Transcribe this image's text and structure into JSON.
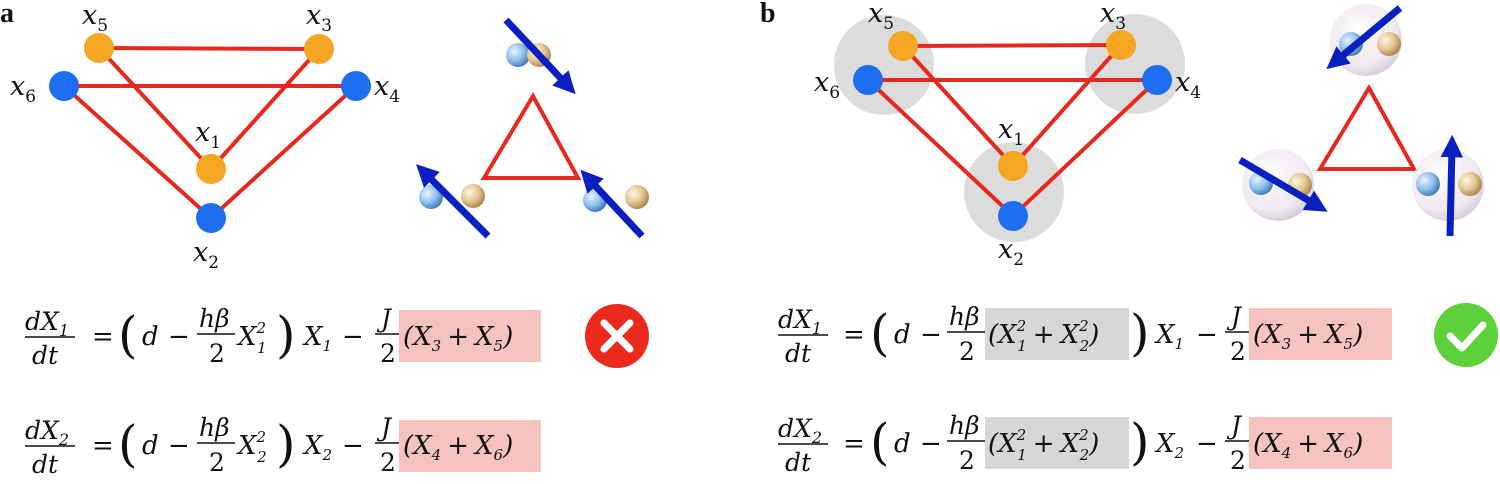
{
  "panels": [
    {
      "label": "a",
      "nodes": [
        {
          "id": 1,
          "label": "x",
          "sub": "1",
          "color": "#f5a623"
        },
        {
          "id": 2,
          "label": "x",
          "sub": "2",
          "color": "#1e6ff0"
        },
        {
          "id": 3,
          "label": "x",
          "sub": "3",
          "color": "#f5a623"
        },
        {
          "id": 4,
          "label": "x",
          "sub": "4",
          "color": "#1e6ff0"
        },
        {
          "id": 5,
          "label": "x",
          "sub": "5",
          "color": "#f5a623"
        },
        {
          "id": 6,
          "label": "x",
          "sub": "6",
          "color": "#1e6ff0"
        }
      ],
      "edges": [
        [
          5,
          3
        ],
        [
          6,
          4
        ],
        [
          6,
          2
        ],
        [
          4,
          2
        ],
        [
          5,
          1
        ],
        [
          3,
          1
        ]
      ],
      "status": "cross",
      "equations": [
        {
          "lhs_num": "dX",
          "lhs_num_sub": "1",
          "lhs_den": "dt",
          "sq_term": "X",
          "sq_sub": "1",
          "lin": "X",
          "lin_sub": "1",
          "cpl_a": "X",
          "cpl_a_sub": "3",
          "cpl_b": "X",
          "cpl_b_sub": "5"
        },
        {
          "lhs_num": "dX",
          "lhs_num_sub": "2",
          "lhs_den": "dt",
          "sq_term": "X",
          "sq_sub": "2",
          "lin": "X",
          "lin_sub": "2",
          "cpl_a": "X",
          "cpl_a_sub": "4",
          "cpl_b": "X",
          "cpl_b_sub": "6"
        }
      ]
    },
    {
      "label": "b",
      "nodes": [
        {
          "id": 1,
          "label": "x",
          "sub": "1",
          "color": "#f5a623"
        },
        {
          "id": 2,
          "label": "x",
          "sub": "2",
          "color": "#1e6ff0"
        },
        {
          "id": 3,
          "label": "x",
          "sub": "3",
          "color": "#f5a623"
        },
        {
          "id": 4,
          "label": "x",
          "sub": "4",
          "color": "#1e6ff0"
        },
        {
          "id": 5,
          "label": "x",
          "sub": "5",
          "color": "#f5a623"
        },
        {
          "id": 6,
          "label": "x",
          "sub": "6",
          "color": "#1e6ff0"
        }
      ],
      "edges": [
        [
          5,
          3
        ],
        [
          6,
          4
        ],
        [
          6,
          2
        ],
        [
          4,
          2
        ],
        [
          5,
          1
        ],
        [
          3,
          1
        ]
      ],
      "status": "check",
      "equations": [
        {
          "lhs_num": "dX",
          "lhs_num_sub": "1",
          "lhs_den": "dt",
          "lin": "X",
          "lin_sub": "1",
          "cpl_a": "X",
          "cpl_a_sub": "3",
          "cpl_b": "X",
          "cpl_b_sub": "5"
        },
        {
          "lhs_num": "dX",
          "lhs_num_sub": "2",
          "lhs_den": "dt",
          "lin": "X",
          "lin_sub": "2",
          "cpl_a": "X",
          "cpl_a_sub": "4",
          "cpl_b": "X",
          "cpl_b_sub": "6"
        }
      ]
    }
  ],
  "symbols": {
    "d": "d",
    "h_beta": "hβ",
    "two": "2",
    "J": "J",
    "eq": "=",
    "minus": "−",
    "plus": "+",
    "sq": "2",
    "sumsq_a": "X",
    "sumsq_a_sub": "1",
    "sumsq_b": "X",
    "sumsq_b_sub": "2"
  },
  "colors": {
    "edge": "#e8281e",
    "orange": "#f5a623",
    "blue": "#1e6ff0",
    "pink_highlight": "#f6c3c1",
    "gray_highlight": "#d7d7d7",
    "cross_red": "#ec2a1c",
    "check_green": "#5dd13a",
    "arrow_blue": "#0a1fc0"
  }
}
